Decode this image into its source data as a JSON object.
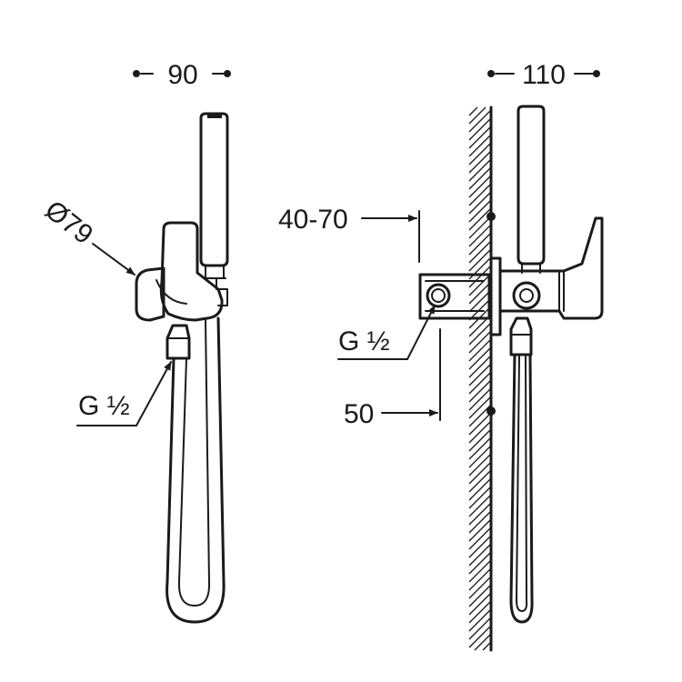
{
  "side_view": {
    "width_dimension": "90",
    "diameter_label": "Ø79",
    "thread_label": "G ½"
  },
  "wall_view": {
    "width_dimension": "110",
    "depth_range": "40-70",
    "thread_label": "G ½",
    "offset_dimension": "50"
  }
}
